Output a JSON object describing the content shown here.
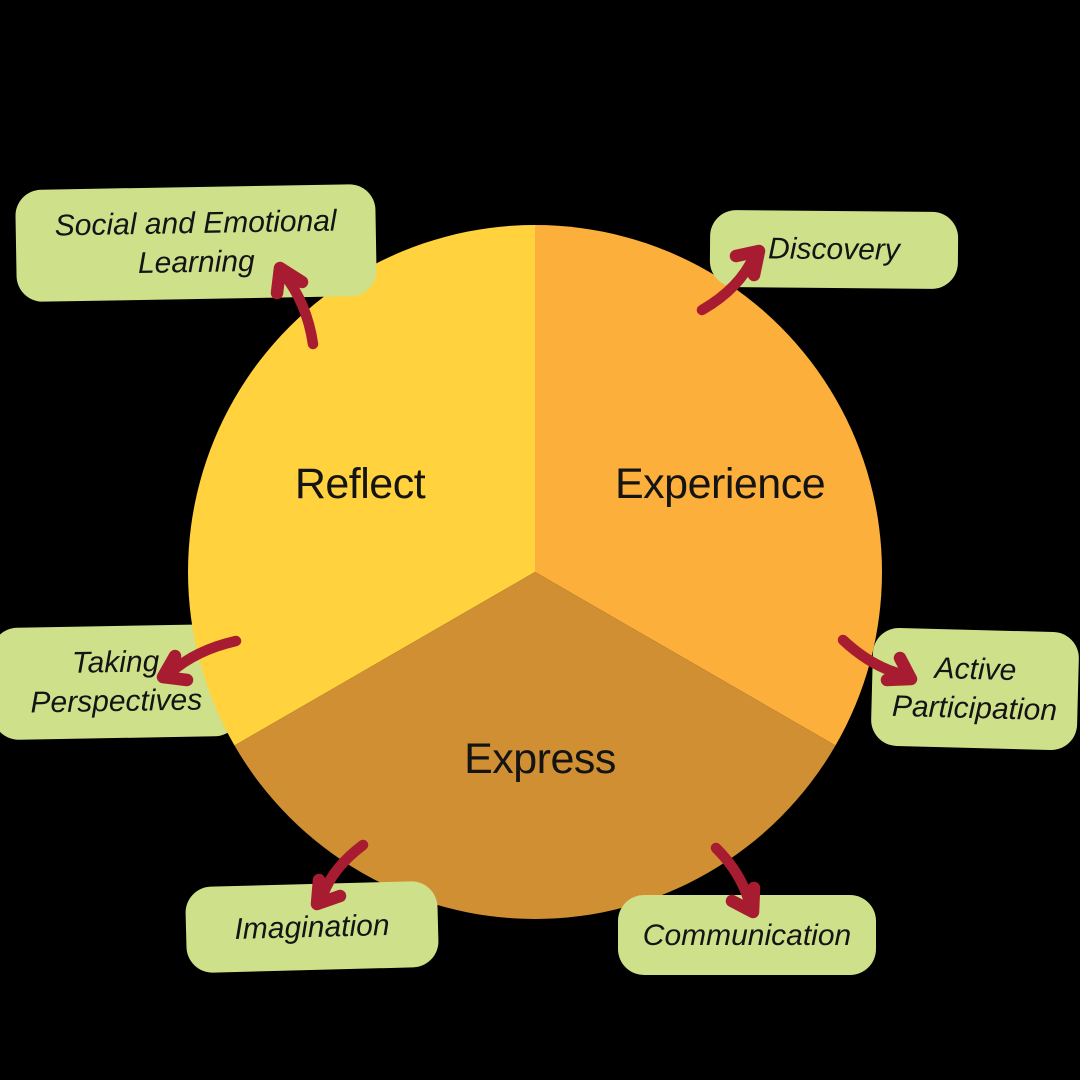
{
  "theme": {
    "background": "#000000",
    "reflect_color": "#FFD23E",
    "experience_color": "#FDAF3B",
    "express_color": "#D08F32",
    "callout_bg": "#CEE08A",
    "arrow_color": "#A81C32",
    "text_color": "#141414"
  },
  "segments": [
    {
      "id": "reflect",
      "label": "Reflect"
    },
    {
      "id": "experience",
      "label": "Experience"
    },
    {
      "id": "express",
      "label": "Express"
    }
  ],
  "callouts": [
    {
      "id": "social-emotional-learning",
      "label": "Social and Emotional Learning",
      "position": "top-left"
    },
    {
      "id": "discovery",
      "label": "Discovery",
      "position": "top-right"
    },
    {
      "id": "taking-perspectives",
      "label": "Taking Perspectives",
      "position": "left"
    },
    {
      "id": "active-participation",
      "label": "Active Participation",
      "position": "right"
    },
    {
      "id": "imagination",
      "label": "Imagination",
      "position": "bottom-left"
    },
    {
      "id": "communication",
      "label": "Communication",
      "position": "bottom-right"
    }
  ]
}
